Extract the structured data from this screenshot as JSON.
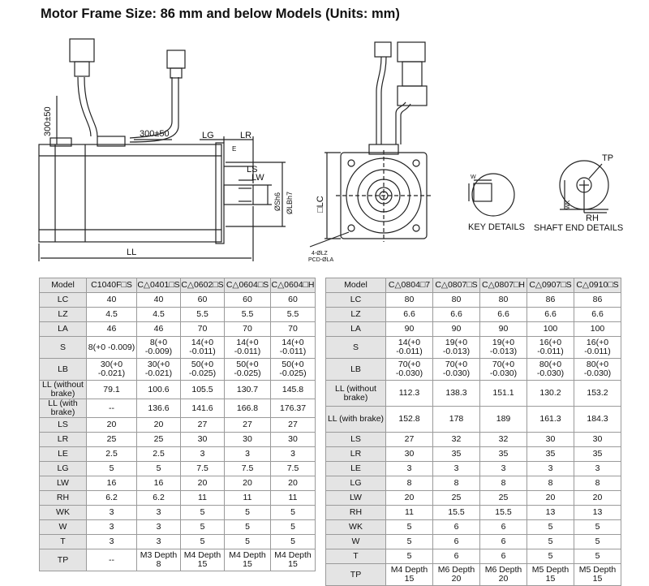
{
  "title": "Motor Frame Size: 86 mm and below Models (Units: mm)",
  "drawing": {
    "labels": {
      "cable_vertical": "300±50",
      "cable_horizontal": "300±50",
      "lg": "LG",
      "lr": "LR",
      "le": "E",
      "ls": "LS",
      "lw": "LW",
      "shaft_dia": "ØSh6",
      "lb_dia": "ØLBh7",
      "ll": "LL",
      "lc": "□LC",
      "holes": "4-ØLZ",
      "pcd": "PCD-ØLA",
      "tp": "TP",
      "rh": "RH",
      "w": "W",
      "wk": "WK",
      "key_details": "KEY DETAILS",
      "shaft_end_details": "SHAFT END DETAILS"
    }
  },
  "table_left": {
    "headers": [
      "Model",
      "C1040F□S",
      "C△0401□S",
      "C△0602□S",
      "C△0604□S",
      "C△0604□H"
    ],
    "rows": [
      {
        "label": "LC",
        "cells": [
          "40",
          "40",
          "60",
          "60",
          "60"
        ]
      },
      {
        "label": "LZ",
        "cells": [
          "4.5",
          "4.5",
          "5.5",
          "5.5",
          "5.5"
        ]
      },
      {
        "label": "LA",
        "cells": [
          "46",
          "46",
          "70",
          "70",
          "70"
        ]
      },
      {
        "label": "S",
        "cells": [
          "8(+0 -0.009)",
          "8(+0 -0.009)",
          "14(+0 -0.011)",
          "14(+0 -0.011)",
          "14(+0 -0.011)"
        ]
      },
      {
        "label": "LB",
        "cells": [
          "30(+0 -0.021)",
          "30(+0 -0.021)",
          "50(+0 -0.025)",
          "50(+0 -0.025)",
          "50(+0 -0.025)"
        ]
      },
      {
        "label": "LL (without brake)",
        "cells": [
          "79.1",
          "100.6",
          "105.5",
          "130.7",
          "145.8"
        ]
      },
      {
        "label": "LL (with brake)",
        "cells": [
          "--",
          "136.6",
          "141.6",
          "166.8",
          "176.37"
        ]
      },
      {
        "label": "LS",
        "cells": [
          "20",
          "20",
          "27",
          "27",
          "27"
        ]
      },
      {
        "label": "LR",
        "cells": [
          "25",
          "25",
          "30",
          "30",
          "30"
        ]
      },
      {
        "label": "LE",
        "cells": [
          "2.5",
          "2.5",
          "3",
          "3",
          "3"
        ]
      },
      {
        "label": "LG",
        "cells": [
          "5",
          "5",
          "7.5",
          "7.5",
          "7.5"
        ]
      },
      {
        "label": "LW",
        "cells": [
          "16",
          "16",
          "20",
          "20",
          "20"
        ]
      },
      {
        "label": "RH",
        "cells": [
          "6.2",
          "6.2",
          "11",
          "11",
          "11"
        ]
      },
      {
        "label": "WK",
        "cells": [
          "3",
          "3",
          "5",
          "5",
          "5"
        ]
      },
      {
        "label": "W",
        "cells": [
          "3",
          "3",
          "5",
          "5",
          "5"
        ]
      },
      {
        "label": "T",
        "cells": [
          "3",
          "3",
          "5",
          "5",
          "5"
        ]
      },
      {
        "label": "TP",
        "cells": [
          "--",
          "M3 Depth 8",
          "M4 Depth 15",
          "M4 Depth 15",
          "M4 Depth 15"
        ]
      }
    ]
  },
  "table_right": {
    "headers": [
      "Model",
      "C△0804□7",
      "C△0807□S",
      "C△0807□H",
      "C△0907□S",
      "C△0910□S"
    ],
    "rows": [
      {
        "label": "LC",
        "cells": [
          "80",
          "80",
          "80",
          "86",
          "86"
        ]
      },
      {
        "label": "LZ",
        "cells": [
          "6.6",
          "6.6",
          "6.6",
          "6.6",
          "6.6"
        ]
      },
      {
        "label": "LA",
        "cells": [
          "90",
          "90",
          "90",
          "100",
          "100"
        ]
      },
      {
        "label": "S",
        "cells": [
          "14(+0 -0.011)",
          "19(+0 -0.013)",
          "19(+0 -0.013)",
          "16(+0 -0.011)",
          "16(+0 -0.011)"
        ]
      },
      {
        "label": "LB",
        "cells": [
          "70(+0 -0.030)",
          "70(+0 -0.030)",
          "70(+0 -0.030)",
          "80(+0 -0.030)",
          "80(+0 -0.030)"
        ]
      },
      {
        "label": "LL (without brake)",
        "cells": [
          "112.3",
          "138.3",
          "151.1",
          "130.2",
          "153.2"
        ]
      },
      {
        "label": "LL (with brake)",
        "cells": [
          "152.8",
          "178",
          "189",
          "161.3",
          "184.3"
        ]
      },
      {
        "label": "LS",
        "cells": [
          "27",
          "32",
          "32",
          "30",
          "30"
        ]
      },
      {
        "label": "LR",
        "cells": [
          "30",
          "35",
          "35",
          "35",
          "35"
        ]
      },
      {
        "label": "LE",
        "cells": [
          "3",
          "3",
          "3",
          "3",
          "3"
        ]
      },
      {
        "label": "LG",
        "cells": [
          "8",
          "8",
          "8",
          "8",
          "8"
        ]
      },
      {
        "label": "LW",
        "cells": [
          "20",
          "25",
          "25",
          "20",
          "20"
        ]
      },
      {
        "label": "RH",
        "cells": [
          "11",
          "15.5",
          "15.5",
          "13",
          "13"
        ]
      },
      {
        "label": "WK",
        "cells": [
          "5",
          "6",
          "6",
          "5",
          "5"
        ]
      },
      {
        "label": "W",
        "cells": [
          "5",
          "6",
          "6",
          "5",
          "5"
        ]
      },
      {
        "label": "T",
        "cells": [
          "5",
          "6",
          "6",
          "5",
          "5"
        ]
      },
      {
        "label": "TP",
        "cells": [
          "M4 Depth 15",
          "M6 Depth 20",
          "M6 Depth 20",
          "M5 Depth 15",
          "M5 Depth 15"
        ]
      }
    ]
  }
}
